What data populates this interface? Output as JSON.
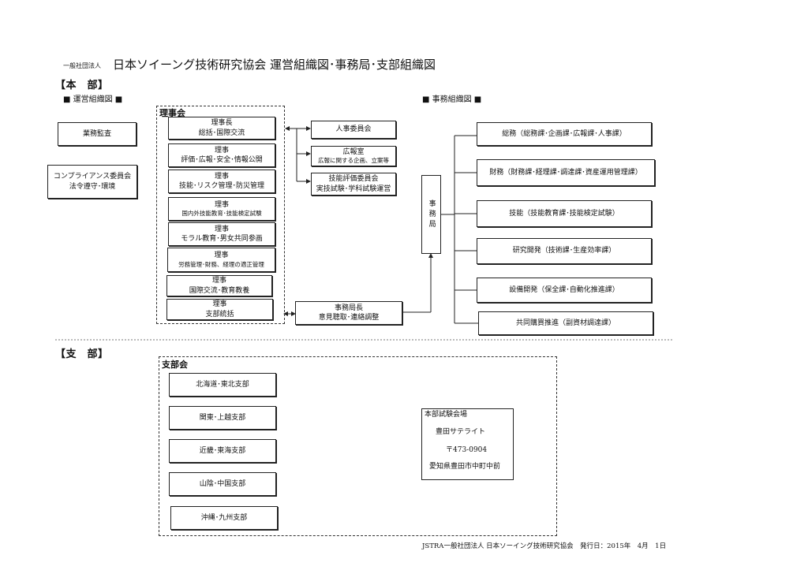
{
  "header": {
    "org_prefix": "一般社団法人",
    "title": "日本ソイーング技術研究協会 運営組織図･事務局･支部組織図"
  },
  "honbu": {
    "heading": "【本　部】",
    "unei_label": "■ 運営組織図 ■",
    "jimu_label": "■ 事務組織図 ■",
    "gyomu_kansa": "業務監査",
    "compliance": [
      "コンプライアンス委員会",
      "法令遵守･環境"
    ],
    "rijikai_label": "理事会",
    "riji_boxes": [
      [
        "理事長",
        "総括･国際交流"
      ],
      [
        "理事",
        "評価･広報･安全･情報公開"
      ],
      [
        "理事",
        "技能･リスク管理･防災管理"
      ],
      [
        "理事",
        "国内外技能教育･技能検定試験"
      ],
      [
        "理事",
        "モラル教育･男女共同参画"
      ],
      [
        "理事",
        "労務管理･財務、経理の適正管理"
      ],
      [
        "理事",
        "国際交流･教育教養"
      ],
      [
        "理事",
        "支部統括"
      ]
    ],
    "committees": [
      [
        "人事委員会"
      ],
      [
        "広報室",
        "広報に関する企画、立案等"
      ],
      [
        "技能評価委員会",
        "実技試験･学科試験運営"
      ]
    ],
    "jimukyoku_cho": [
      "事務局長",
      "意見聴取･連絡調整"
    ],
    "jimukyoku": "事務局",
    "departments": [
      "総務（総務課･企画課･広報課･人事課）",
      "財務（財務課･経理課･調達課･資産運用管理課）",
      "技能（技能教育課･技能検定試験）",
      "研究開発（技術課･生産効率課）",
      "設備開発（保全課･自動化推進課）",
      "共同購買推進（副資材調達課）"
    ]
  },
  "shibu": {
    "heading": "【支　部】",
    "group_label": "支部会",
    "branches": [
      "北海道･東北支部",
      "関東･上越支部",
      "近畿･東海支部",
      "山陰･中国支部",
      "沖縄･九州支部"
    ],
    "venue": {
      "title": "本部試験会場",
      "name": "豊田サテライト",
      "postal": "〒473-0904",
      "address": "愛知県豊田市中町中前"
    }
  },
  "footer": "JSTRA一般社団法人 日本ソーイング技術研究協会　発行日：2015年　4月　1日"
}
